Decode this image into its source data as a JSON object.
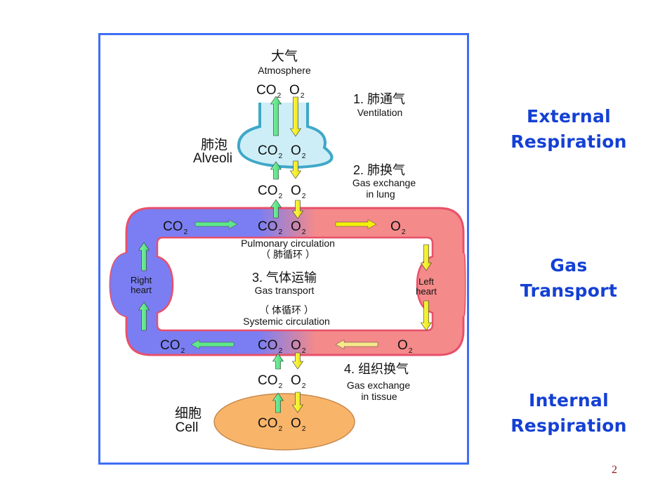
{
  "diagram": {
    "atmosphere": {
      "zh": "大气",
      "en": "Atmosphere"
    },
    "alveoli": {
      "zh": "肺泡",
      "en": "Alveoli"
    },
    "cell": {
      "zh": "细胞",
      "en": "Cell"
    },
    "steps": [
      {
        "zh": "1. 肺通气",
        "en": "Ventilation"
      },
      {
        "zh": "2. 肺换气",
        "en": "Gas exchange",
        "en2": "in lung"
      },
      {
        "zh": "3. 气体运输",
        "en": "Gas transport"
      },
      {
        "zh": "4. 组织换气",
        "en": "Gas exchange",
        "en2": "in tissue"
      }
    ],
    "pulmonary": {
      "en": "Pulmonary circulation",
      "zh": "（ 肺循环 ）"
    },
    "systemic": {
      "en": "Systemic circulation",
      "zh": "（ 体循环 ）"
    },
    "right_heart": {
      "line1": "Right",
      "line2": "heart"
    },
    "left_heart": {
      "line1": "Left",
      "line2": "heart"
    },
    "gas": {
      "co2": "CO",
      "o2": "O",
      "sub": "2"
    },
    "colors": {
      "frame": "#3f6ef5",
      "venous": "#7b7ef2",
      "arterial": "#f48a8a",
      "vessel_border": "#e8506a",
      "alveoli_fill": "#cdeef6",
      "alveoli_stroke": "#3fa8c8",
      "cell_fill": "#f8b56a",
      "co2_arrow": "#5ee88a",
      "o2_arrow": "#f5f00a"
    }
  },
  "side_labels": {
    "external": {
      "line1": "External",
      "line2": "Respiration"
    },
    "transport": {
      "line1": "Gas",
      "line2": "Transport"
    },
    "internal": {
      "line1": "Internal",
      "line2": "Respiration"
    }
  },
  "page_number": "2"
}
